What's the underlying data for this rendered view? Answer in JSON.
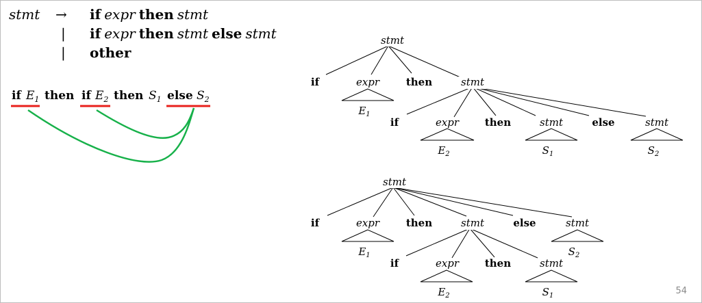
{
  "grammar": {
    "lhs": "stmt",
    "arrow": "→",
    "bar": "|",
    "rules": [
      [
        {
          "t": "if",
          "s": "bf"
        },
        {
          "t": "expr",
          "s": "it"
        },
        {
          "t": "then",
          "s": "bf"
        },
        {
          "t": "stmt",
          "s": "it"
        }
      ],
      [
        {
          "t": "if",
          "s": "bf"
        },
        {
          "t": "expr",
          "s": "it"
        },
        {
          "t": "then",
          "s": "bf"
        },
        {
          "t": "stmt",
          "s": "it"
        },
        {
          "t": "else",
          "s": "bf"
        },
        {
          "t": "stmt",
          "s": "it"
        }
      ],
      [
        {
          "t": "other",
          "s": "bf"
        }
      ]
    ]
  },
  "sentence": {
    "tokens": [
      {
        "t": "if",
        "s": "bf"
      },
      {
        "t": "E",
        "sub": "1"
      },
      {
        "t": "then",
        "s": "bf"
      },
      {
        "t": "if",
        "s": "bf"
      },
      {
        "t": "E",
        "sub": "2"
      },
      {
        "t": "then",
        "s": "bf"
      },
      {
        "t": "S",
        "sub": "1"
      },
      {
        "t": "else",
        "s": "bf"
      },
      {
        "t": "S",
        "sub": "2"
      }
    ],
    "underlined_groups": [
      "if E1",
      "if E2",
      "else S2"
    ],
    "underline_color": "#e8201c",
    "arc_color": "#17b14a",
    "arcs": [
      {
        "from": "if E1",
        "to": "else S2"
      },
      {
        "from": "if E2",
        "to": "else S2"
      }
    ]
  },
  "trees": {
    "top": {
      "root": "stmt",
      "children": [
        "if",
        "expr",
        "then",
        "stmt"
      ],
      "expr_subtree": {
        "label": "E",
        "sub": "1"
      },
      "inner": {
        "root": "stmt",
        "children": [
          "if",
          "expr",
          "then",
          "stmt",
          "else",
          "stmt"
        ],
        "subtrees": [
          {
            "label": "E",
            "sub": "2"
          },
          {
            "label": "S",
            "sub": "1"
          },
          {
            "label": "S",
            "sub": "2"
          }
        ]
      }
    },
    "bottom": {
      "root": "stmt",
      "children": [
        "if",
        "expr",
        "then",
        "stmt",
        "else",
        "stmt"
      ],
      "subtrees": [
        {
          "label": "E",
          "sub": "1"
        },
        {
          "label": "S",
          "sub": "2"
        }
      ],
      "inner": {
        "root": "stmt",
        "children": [
          "if",
          "expr",
          "then",
          "stmt"
        ],
        "subtrees": [
          {
            "label": "E",
            "sub": "2"
          },
          {
            "label": "S",
            "sub": "1"
          }
        ]
      }
    }
  },
  "page_number": "54"
}
